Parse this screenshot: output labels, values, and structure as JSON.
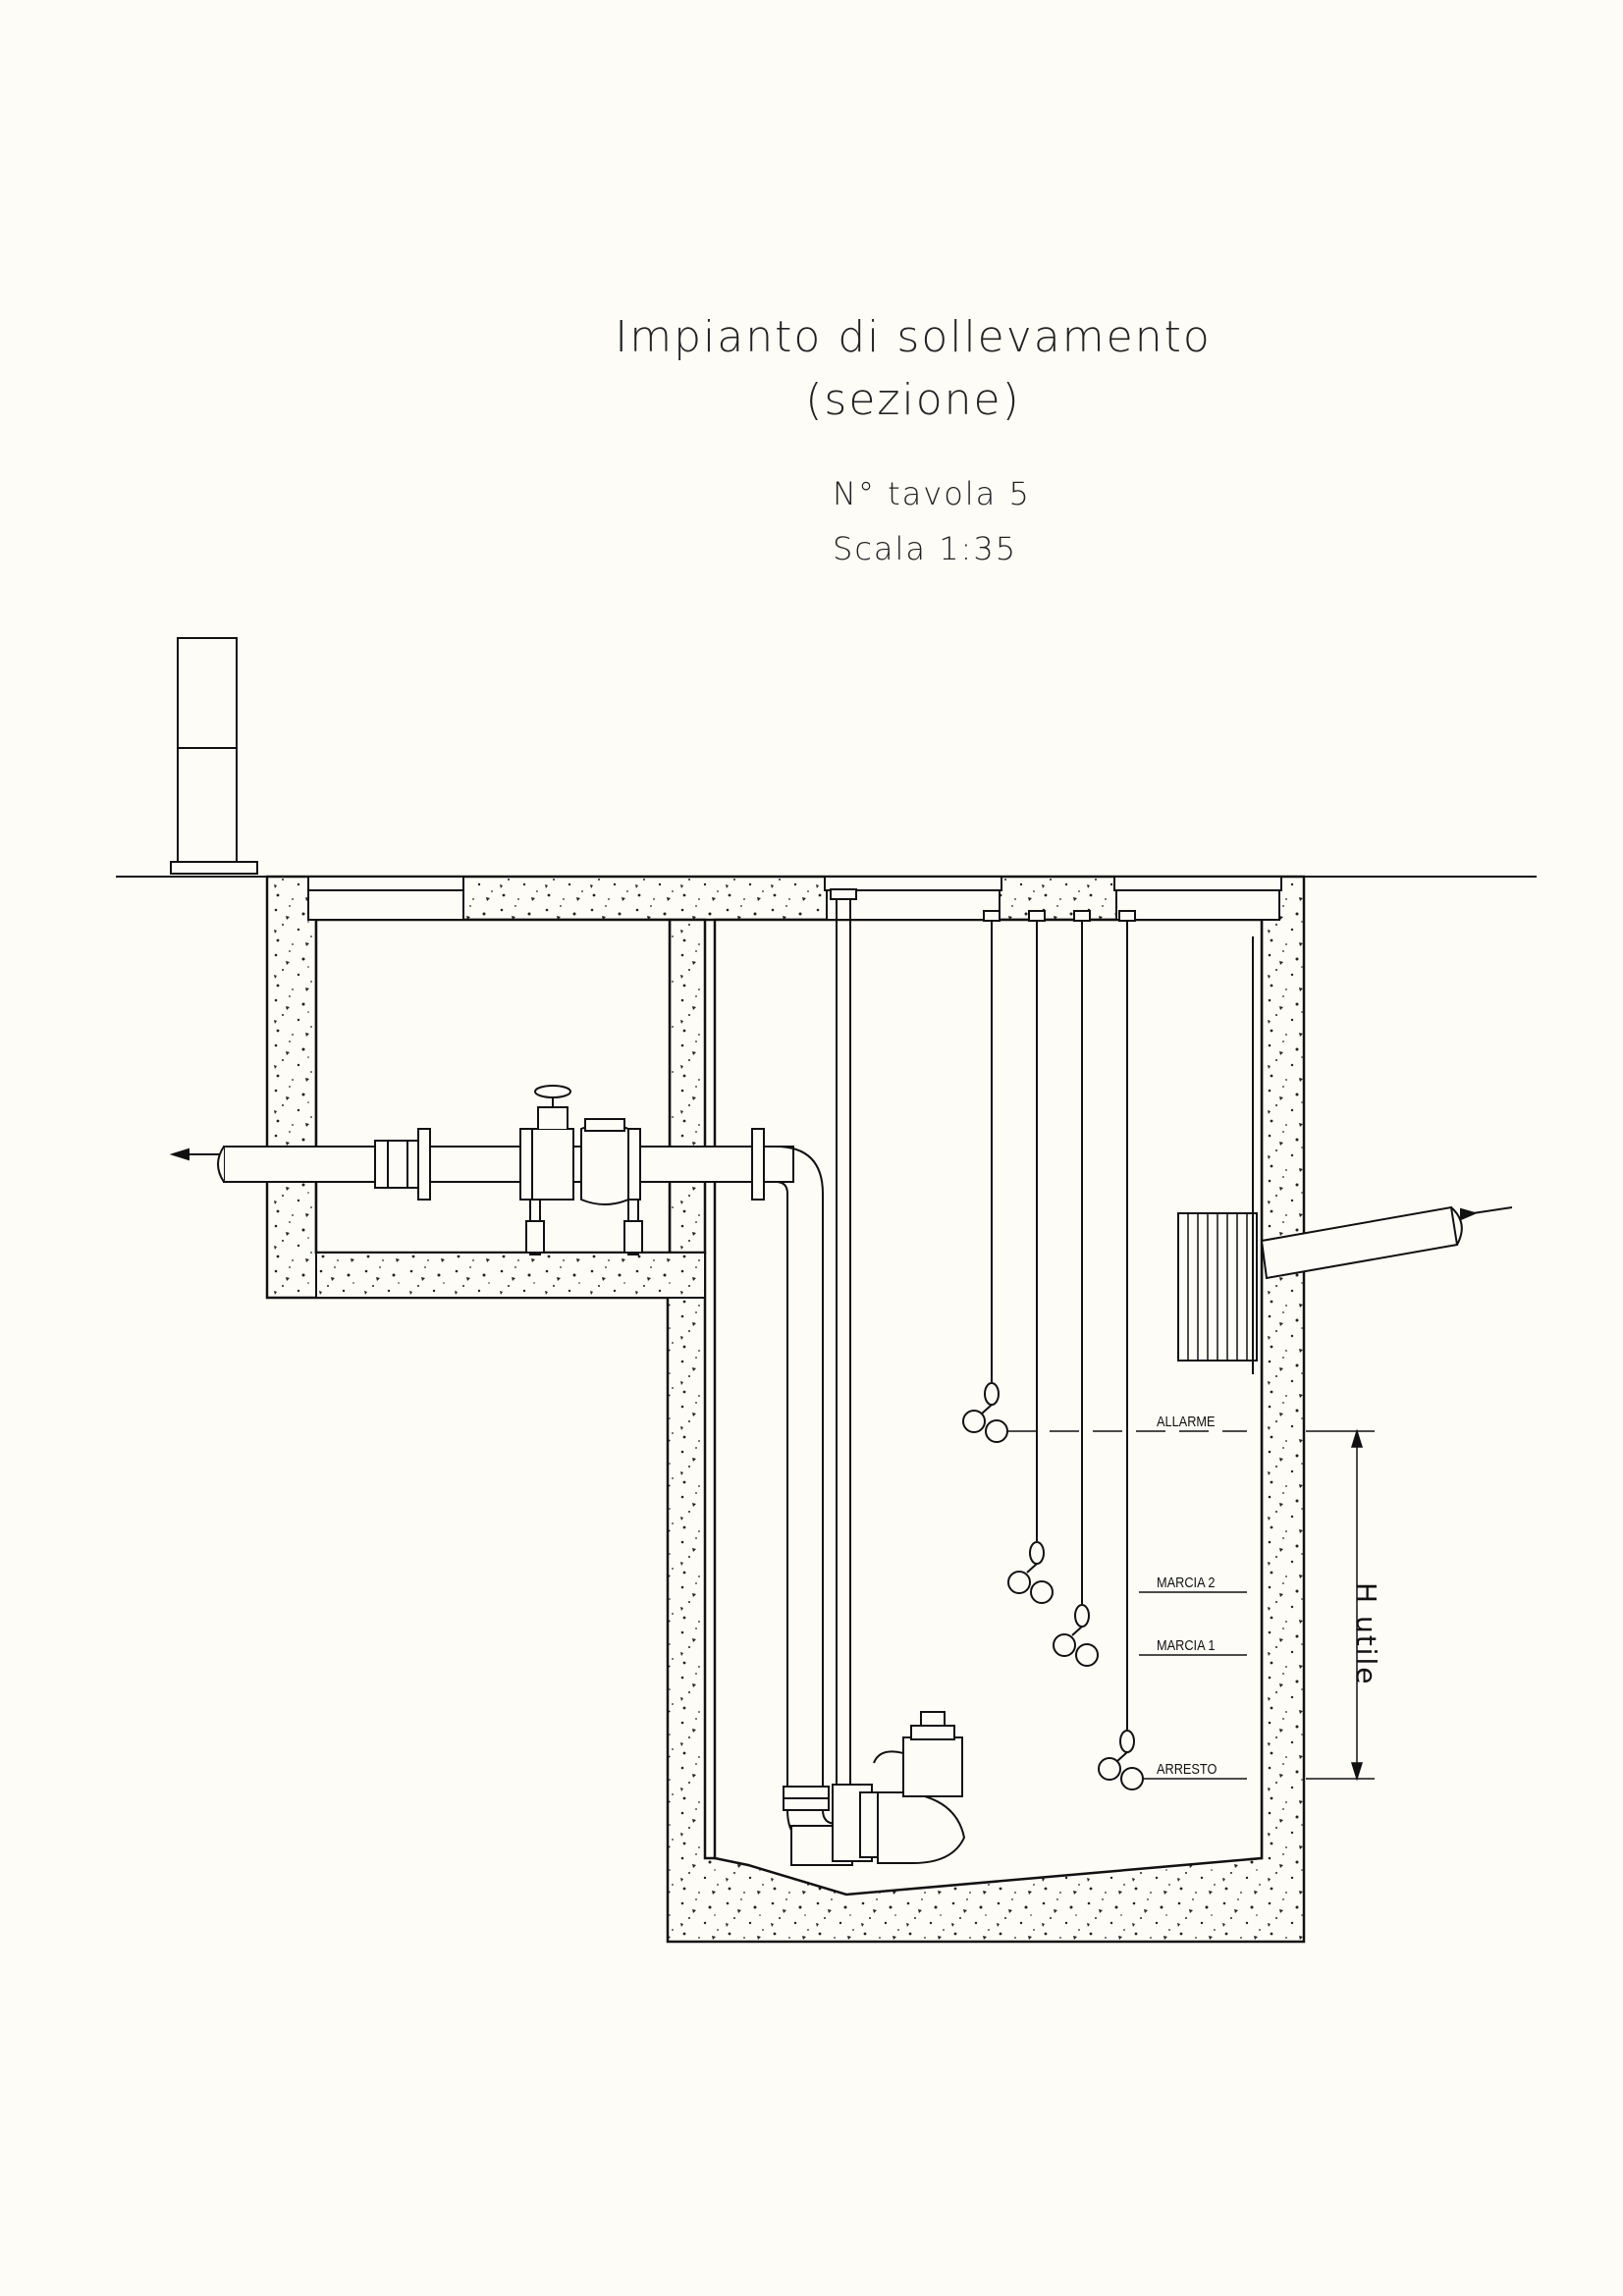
{
  "drawing": {
    "title": "Impianto di sollevamento",
    "subtitle": "(sezione)",
    "sheet": "N° tavola 5",
    "scale": "Scala 1:35"
  },
  "levels": {
    "alarm": "ALLARME",
    "run2": "MARCIA 2",
    "run1": "MARCIA 1",
    "stop": "ARRESTO"
  },
  "dimension": {
    "h_utile": "H utile"
  },
  "colors": {
    "background": "#fdfcf6",
    "line": "#111111"
  }
}
